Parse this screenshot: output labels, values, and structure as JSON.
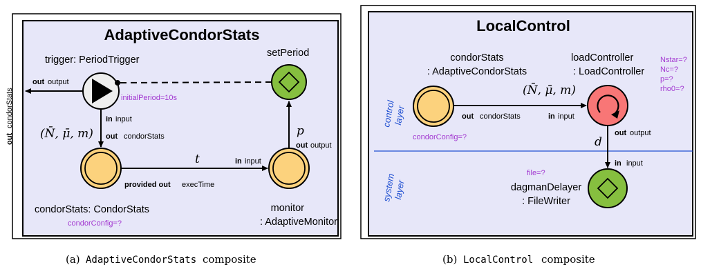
{
  "left": {
    "title": "AdaptiveCondorStats",
    "outer_port_out": "out",
    "outer_port_name": "condorStats",
    "trigger": {
      "name": "trigger: PeriodTrigger",
      "param": "initialPeriod=10s",
      "out_kw": "out",
      "out_name": "output",
      "in_kw": "in",
      "in_name": "input"
    },
    "setPeriod": {
      "name": "setPeriod"
    },
    "condorStats": {
      "name": "condorStats: CondorStats",
      "param": "condorConfig=?",
      "out_kw": "out",
      "out_name": "condorStats",
      "prov_kw": "provided out",
      "prov_name": "execTime"
    },
    "monitor": {
      "name1": "monitor",
      "name2": ": AdaptiveMonitor",
      "in_kw": "in",
      "in_name": "input",
      "out_kw": "out",
      "out_name": "output"
    },
    "math_nmu": "(N̄, μ̄, m)",
    "math_t": "t",
    "math_p": "p"
  },
  "right": {
    "title": "LocalControl",
    "condorStats": {
      "name1": "condorStats",
      "name2": ": AdaptiveCondorStats",
      "out_kw": "out",
      "out_name": "condorStats",
      "param": "condorConfig=?"
    },
    "loadController": {
      "name1": "loadController",
      "name2": ": LoadController",
      "in_kw": "in",
      "in_name": "input",
      "out_kw": "out",
      "out_name": "output",
      "params": [
        "Nstar=?",
        "Nc=?",
        "p=?",
        "rho0=?"
      ]
    },
    "dagmanDelayer": {
      "name1": "dagmanDelayer",
      "name2": ": FileWriter",
      "param": "file=?",
      "in_kw": "in",
      "in_name": "input"
    },
    "math_nmu": "(N̄, μ̄, m)",
    "math_d": "d",
    "layer_control": [
      "control",
      "layer"
    ],
    "layer_system": [
      "system",
      "layer"
    ]
  },
  "captions": {
    "left_prefix": "(a)",
    "left_code": "AdaptiveCondorStats",
    "left_suffix": "composite",
    "right_prefix": "(b)",
    "right_code": "LocalControl",
    "right_suffix": "composite"
  },
  "colors": {
    "panel_bg": "#e7e7f9",
    "yellow": "#fcd27d",
    "green": "#86bf3f",
    "red": "#f87676",
    "trigger": "#eeeeee",
    "param": "#a33ad1",
    "layer": "#1f4fd1"
  }
}
